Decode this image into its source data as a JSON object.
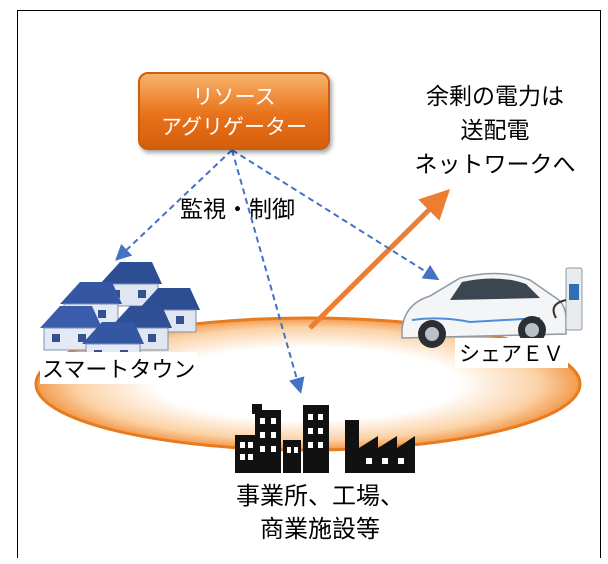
{
  "aggregator": {
    "line1": "リソース",
    "line2": "アグリゲーター"
  },
  "monitor_label": "監視・制御",
  "surplus": {
    "line1": "余剰の電力は",
    "line2": "送配電",
    "line3": "ネットワークへ"
  },
  "nodes": {
    "town": "スマートタウン",
    "ev": "シェアＥＶ",
    "business_line1": "事業所、工場、",
    "business_line2": "商業施設等"
  },
  "colors": {
    "accent_orange": "#ed7d31",
    "arrow_blue": "#4472c4",
    "ring_outline": "#e87b1e"
  },
  "icons": [
    "house-cluster-icon",
    "ev-car-icon",
    "charger-icon",
    "building-icon",
    "factory-icon"
  ]
}
